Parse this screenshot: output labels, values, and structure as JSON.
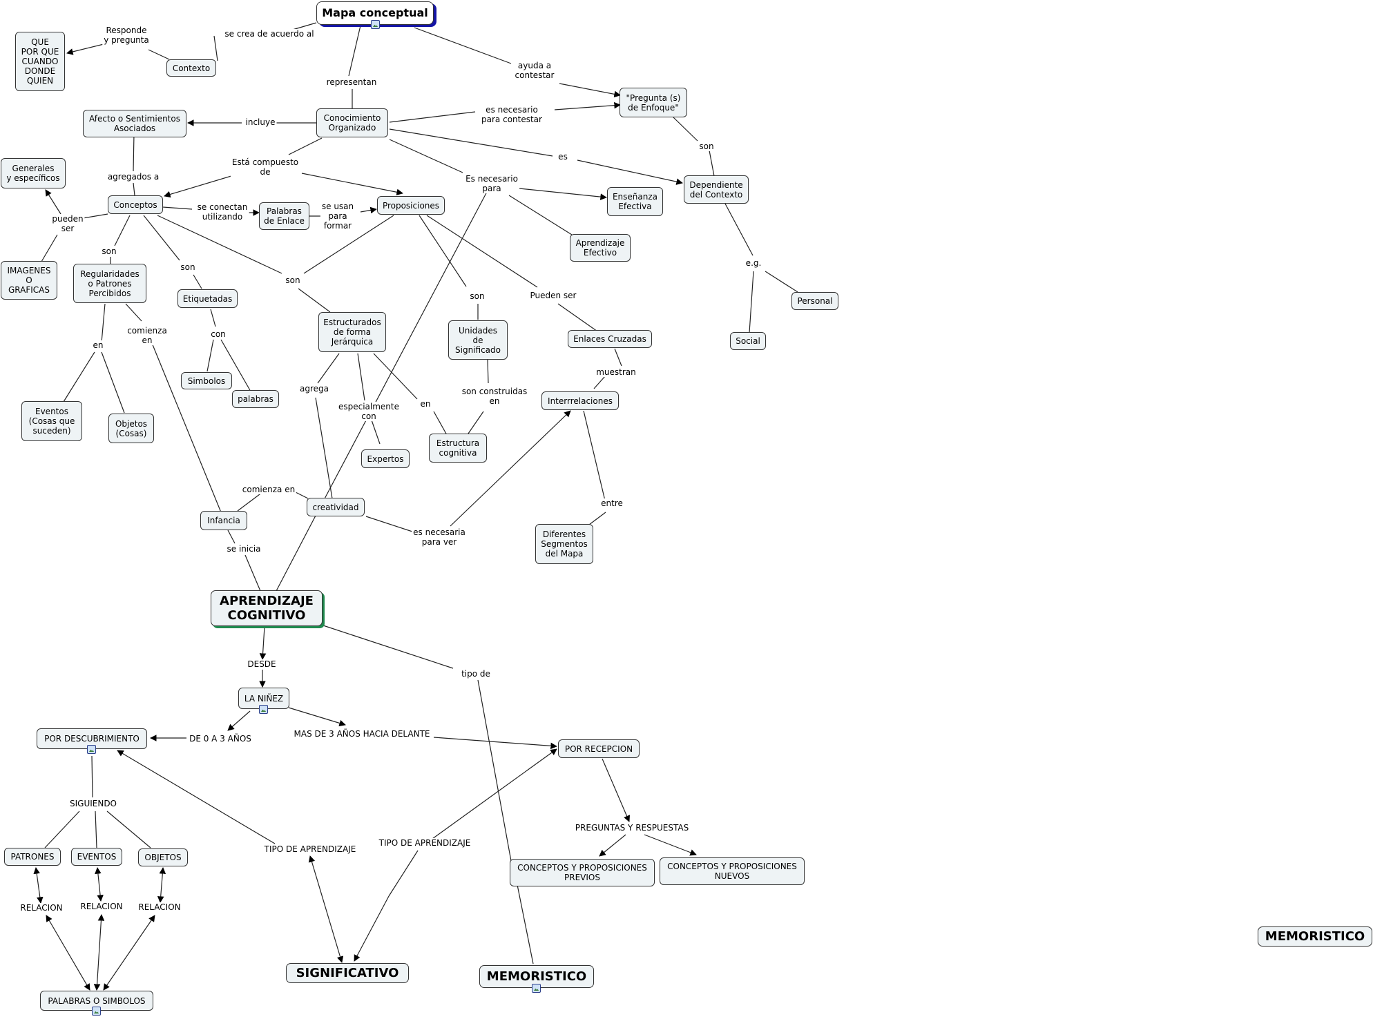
{
  "nodes": {
    "mapa": "Mapa conceptual",
    "contexto": "Contexto",
    "que": "QUE\nPOR QUE\nCUANDO\nDONDE\nQUIEN",
    "pregunta": "\"Pregunta (s)\nde Enfoque\"",
    "conocimiento": "Conocimiento\nOrganizado",
    "afecto": "Afecto o Sentimientos\nAsociados",
    "generales": "Generales\ny específicos",
    "conceptos": "Conceptos",
    "palabras_enlace": "Palabras\nde Enlace",
    "proposiciones": "Proposiciones",
    "ensenanza": "Enseñanza\nEfectiva",
    "dependiente": "Dependiente\ndel Contexto",
    "aprendizaje_efectivo": "Aprendizaje\nEfectivo",
    "imagenes": "IMAGENES\nO\nGRAFICAS",
    "regularidades": "Regularidades\no Patrones\nPercibidos",
    "etiquetadas": "Etiquetadas",
    "estructurados": "Estructurados\nde forma\nJerárquica",
    "unidades": "Unidades\nde\nSignificado",
    "enlaces_cruzados": "Enlaces Cruzadas",
    "personal": "Personal",
    "social": "Social",
    "simbolos": "Simbolos",
    "palabras": "palabras",
    "eventos": "Eventos\n(Cosas que\nsuceden)",
    "objetos": "Objetos\n(Cosas)",
    "interrelaciones": "Interrrelaciones",
    "expertos": "Expertos",
    "estructura_cognitiva": "Estructura\ncognitiva",
    "creatividad": "creatividad",
    "infancia": "Infancia",
    "diferentes": "Diferentes\nSegmentos\ndel Mapa",
    "aprendizaje_cognitivo": "APRENDIZAJE\nCOGNITIVO",
    "la_ninez": "LA NIÑEZ",
    "por_descubrimiento": "POR DESCUBRIMIENTO",
    "por_recepcion": "POR RECEPCION",
    "patrones": "PATRONES",
    "eventos2": "EVENTOS",
    "objetos2": "OBJETOS",
    "previos": "CONCEPTOS Y PROPOSICIONES\nPREVIOS",
    "nuevos": "CONCEPTOS Y PROPOSICIONES\nNUEVOS",
    "palabras_simbolos": "PALABRAS O SIMBOLOS",
    "significativo": "SIGNIFICATIVO",
    "memoristico": "MEMORISTICO",
    "memoristico2": "MEMORISTICO"
  },
  "links": {
    "responde": "Responde\ny pregunta",
    "se_crea": "se crea de acuerdo al",
    "representan": "representan",
    "ayuda": "ayuda a\ncontestar",
    "es_necesario_contestar": "es necesario\npara contestar",
    "incluye": "incluye",
    "es": "es",
    "son_pregunta": "son",
    "compuesto": "Está compuesto\nde",
    "agregados": "agregados a",
    "es_necesario_para": "Es necesario\npara",
    "conectan": "se conectan\nutilizando",
    "se_usan": "se usan\npara\nformar",
    "pueden_ser": "pueden\nser",
    "son_regularidades": "son",
    "son_etiquetadas": "son",
    "son_estructurados": "son",
    "son_unidades": "son",
    "pueden_ser_enlaces": "Pueden ser",
    "eg": "e.g.",
    "con": "con",
    "en": "en",
    "comienza_en": "comienza\nen",
    "muestran": "muestran",
    "construidas": "son construidas\nen",
    "agrega": "agrega",
    "especialmente": "especialmente\ncon",
    "en_estructura": "en",
    "entre": "entre",
    "comienza_en2": "comienza en",
    "necesaria_ver": "es necesaria\npara ver",
    "se_inicia": "se inicia",
    "desde": "DESDE",
    "tipo_de": "tipo de",
    "de_0_a_3": "DE 0 A 3 AÑOS",
    "mas_de_3": "MAS DE 3 AÑOS HACIA DELANTE",
    "siguiendo": "SIGUIENDO",
    "preguntas": "PREGUNTAS Y RESPUESTAS",
    "tipo_aprendizaje1": "TIPO DE APRENDIZAJE",
    "tipo_aprendizaje2": "TIPO DE APRENDIZAJE",
    "relacion1": "RELACION",
    "relacion2": "RELACION",
    "relacion3": "RELACION"
  },
  "colors": {
    "node_fill": "#eef3f5",
    "node_border": "#333333",
    "title_shadow": "#1515a5",
    "cognitivo_shadow": "#1f8a4e",
    "line": "#222222"
  },
  "icons": [
    "image-icon"
  ]
}
